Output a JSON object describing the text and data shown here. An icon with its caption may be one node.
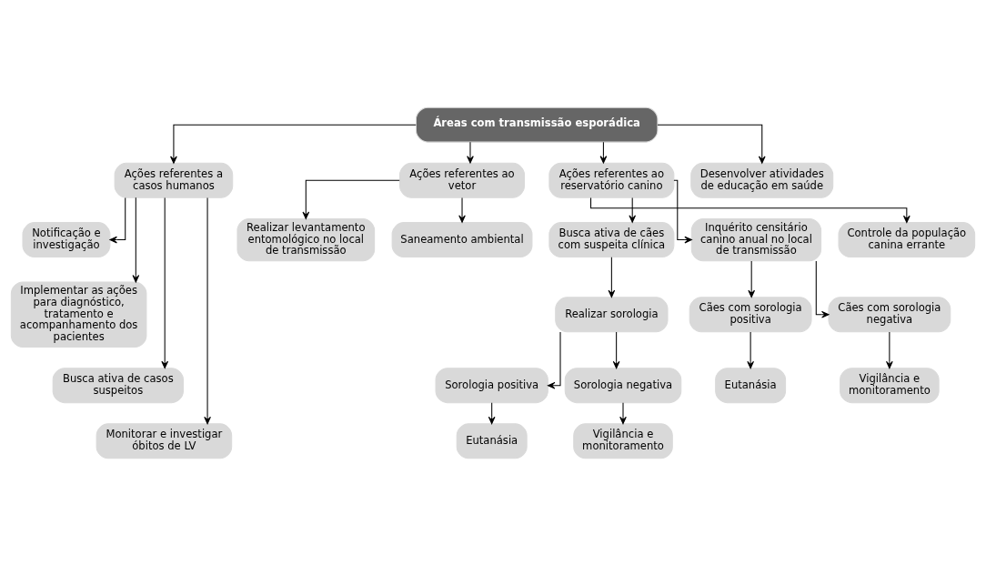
{
  "diagram": {
    "nodes": [
      {
        "text": [
          "Áreas com transmissão esporádica"
        ]
      },
      {
        "text": [
          "Ações referentes a casos humanos"
        ]
      },
      {
        "text": [
          "Ações referentes ao vetor"
        ]
      },
      {
        "text": [
          "Ações referentes ao reservatório canino"
        ]
      },
      {
        "text": [
          "Desenvolver atividades de educação em saúde"
        ]
      },
      {
        "text": [
          "Notificação e investigação"
        ]
      },
      {
        "text": [
          "Implementar as ações para diagnóstico, tratamento e acompanhamento dos pacientes"
        ]
      },
      {
        "text": [
          "Busca ativa de casos suspeitos"
        ]
      },
      {
        "text": [
          "Monitorar e investigar óbitos de LV"
        ]
      },
      {
        "text": [
          "Realizar levantamento entomológico no local de transmissão"
        ]
      },
      {
        "text": [
          "Saneamento ambiental"
        ]
      },
      {
        "text": [
          "Busca ativa de cães com suspeita clínica"
        ]
      },
      {
        "text": [
          "Inquérito censitário canino anual no local de transmissão"
        ]
      },
      {
        "text": [
          "Controle da população canina errante"
        ]
      },
      {
        "text": [
          "Realizar sorologia"
        ]
      },
      {
        "text": [
          "Sorologia positiva"
        ]
      },
      {
        "text": [
          "Sorologia negativa"
        ]
      },
      {
        "text": [
          "Eutanásia"
        ]
      },
      {
        "text": [
          "Vigilância e monitoramento"
        ]
      },
      {
        "text": [
          "Cães com sorologia positiva"
        ]
      },
      {
        "text": [
          "Cães com sorologia negativa"
        ]
      },
      {
        "text": [
          "Eutanásia"
        ]
      },
      {
        "text": [
          "Vigilância e monitoramento"
        ]
      }
    ],
    "edges": [
      {
        "from": 0,
        "to": 1,
        "arrow": "to"
      },
      {
        "from": 0,
        "to": 2,
        "arrow": "to"
      },
      {
        "from": 0,
        "to": 3,
        "arrow": "to"
      },
      {
        "from": 0,
        "to": 4,
        "arrow": "to"
      },
      {
        "from": 1,
        "to": 5,
        "arrow": "to"
      },
      {
        "from": 1,
        "to": 6,
        "arrow": "to"
      },
      {
        "from": 1,
        "to": 7,
        "arrow": "to"
      },
      {
        "from": 1,
        "to": 8,
        "arrow": "to"
      },
      {
        "from": 2,
        "to": 9,
        "arrow": "to"
      },
      {
        "from": 2,
        "to": 10,
        "arrow": "to"
      },
      {
        "from": 3,
        "to": 11,
        "arrow": "to"
      },
      {
        "from": 3,
        "to": 12,
        "arrow": "to"
      },
      {
        "from": 3,
        "to": 13,
        "arrow": "to"
      },
      {
        "from": 11,
        "to": 14,
        "arrow": "to"
      },
      {
        "from": 14,
        "to": 15,
        "arrow": "to"
      },
      {
        "from": 14,
        "to": 16,
        "arrow": "to"
      },
      {
        "from": 15,
        "to": 17,
        "arrow": "to"
      },
      {
        "from": 16,
        "to": 18,
        "arrow": "to"
      },
      {
        "from": 12,
        "to": 19,
        "arrow": "to"
      },
      {
        "from": 12,
        "to": 20,
        "arrow": "to"
      },
      {
        "from": 19,
        "to": 21,
        "arrow": "to"
      },
      {
        "from": 20,
        "to": 22,
        "arrow": "to"
      }
    ]
  }
}
